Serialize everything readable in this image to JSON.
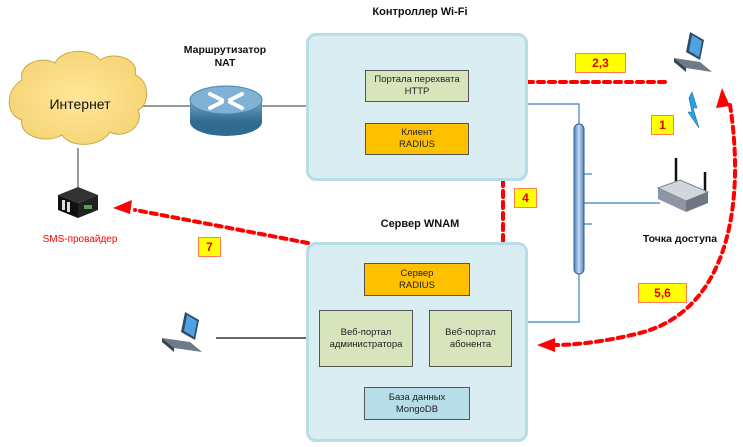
{
  "titles": {
    "controller": "Контроллер Wi-Fi",
    "router": "Маршрутизатор\nNAT",
    "wnam": "Сервер WNAM",
    "access_point": "Точка доступа",
    "sms": "SMS-провайдер",
    "internet": "Интернет"
  },
  "controller_boxes": [
    {
      "label": "Портала перехвата\nHTTP"
    },
    {
      "label": "Клиент\nRADIUS"
    }
  ],
  "wnam_boxes": [
    {
      "label": "Сервер\nRADIUS"
    },
    {
      "label": "Веб-портал\nадминистратора"
    },
    {
      "label": "Веб-портал\nабонента"
    },
    {
      "label": "База данных\nMongoDB"
    }
  ],
  "steps": [
    "1",
    "2,3",
    "4",
    "5,6",
    "7"
  ],
  "colors": {
    "arrow": "#ff0000",
    "container_fill": "#daedf2",
    "container_border": "#b7dde8",
    "orange_box": "#ffc000",
    "green_box": "#d8e4bc",
    "badge_fill": "#ffff00",
    "sms_label": "#ff0000"
  }
}
